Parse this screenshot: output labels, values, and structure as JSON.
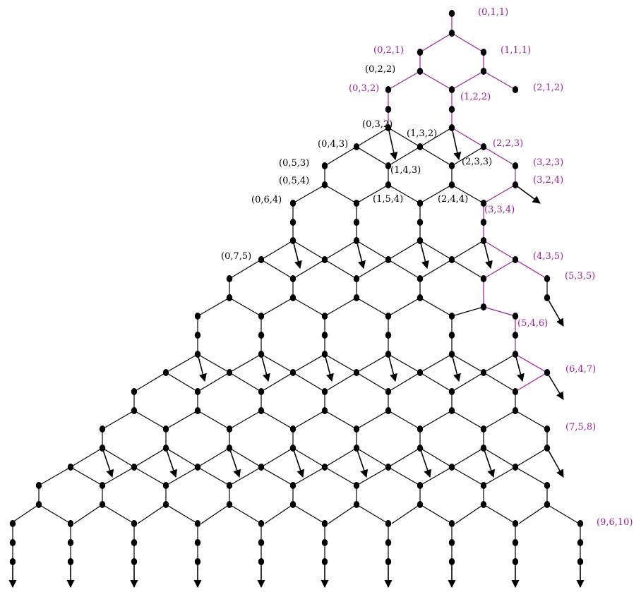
{
  "colors": {
    "edge": "#000000",
    "highlight": "#9b1f9b",
    "node": "#000000"
  },
  "labels_black": [
    "(0,2,2)",
    "(0,3,2)",
    "(0,4,3)",
    "(1,3,2)",
    "(0,5,3)",
    "(1,4,3)",
    "(2,3,3)",
    "(0,5,4)",
    "(0,6,4)",
    "(1,5,4)",
    "(2,4,4)",
    "(0,7,5)"
  ],
  "labels_purple": [
    "(0,1,1)",
    "(0,2,1)",
    "(1,1,1)",
    "(0,3,2)",
    "(1,2,2)",
    "(2,1,2)",
    "(2,2,3)",
    "(3,2,3)",
    "(3,2,4)",
    "(3,3,4)",
    "(4,3,5)",
    "(5,3,5)",
    "(5,4,6)",
    "(6,4,7)",
    "(7,5,8)",
    "(9,6,10)"
  ]
}
